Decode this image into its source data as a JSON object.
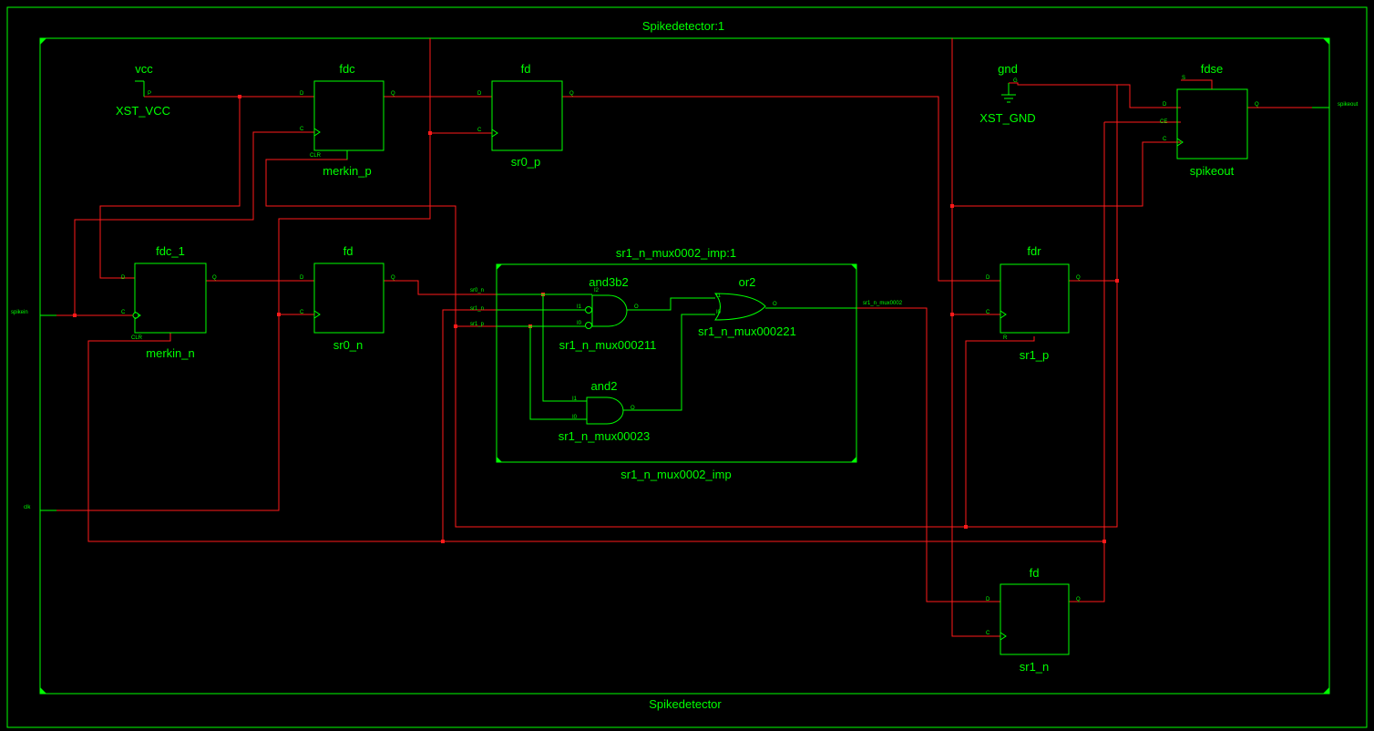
{
  "canvas": {
    "background": "#000000",
    "line_color": "#00ff00",
    "wire_color": "#ff1a1a"
  },
  "design": {
    "instance_title": "Spikedetector:1",
    "name": "Spikedetector",
    "ports": {
      "spikein": "spikein",
      "clk": "clk",
      "spikeout": "spikeout",
      "sr1_n_mux0002": "sr1_n_mux0002"
    }
  },
  "sources": {
    "vcc": {
      "type": "vcc",
      "name": "XST_VCC",
      "pin": "P"
    },
    "gnd": {
      "type": "gnd",
      "name": "XST_GND",
      "pin": "G"
    }
  },
  "components": {
    "fdc_merkin_p": {
      "type": "fdc",
      "name": "merkin_p",
      "pins": [
        "D",
        "C",
        "Q",
        "CLR"
      ]
    },
    "fd_sr0_p": {
      "type": "fd",
      "name": "sr0_p",
      "pins": [
        "D",
        "C",
        "Q"
      ]
    },
    "fdc1_merkin_n": {
      "type": "fdc_1",
      "name": "merkin_n",
      "pins": [
        "D",
        "C",
        "Q",
        "CLR"
      ]
    },
    "fd_sr0_n": {
      "type": "fd",
      "name": "sr0_n",
      "pins": [
        "D",
        "C",
        "Q"
      ]
    },
    "fdse_spikeout": {
      "type": "fdse",
      "name": "spikeout",
      "pins": [
        "S",
        "D",
        "CE",
        "C",
        "Q"
      ]
    },
    "fdr_sr1_p": {
      "type": "fdr",
      "name": "sr1_p",
      "pins": [
        "D",
        "C",
        "Q",
        "R"
      ]
    },
    "fd_sr1_n": {
      "type": "fd",
      "name": "sr1_n",
      "pins": [
        "D",
        "C",
        "Q"
      ]
    }
  },
  "submodule": {
    "instance_title": "sr1_n_mux0002_imp:1",
    "name": "sr1_n_mux0002_imp",
    "inputs": [
      "sr0_n",
      "sr1_n",
      "sr1_p"
    ],
    "gates": {
      "and3b2": {
        "type": "and3b2",
        "name": "sr1_n_mux000211",
        "pins": [
          "I2",
          "I1",
          "I0",
          "O"
        ]
      },
      "or2": {
        "type": "or2",
        "name": "sr1_n_mux000221",
        "pins": [
          "I1",
          "I0",
          "O"
        ]
      },
      "and2": {
        "type": "and2",
        "name": "sr1_n_mux00023",
        "pins": [
          "I1",
          "I0",
          "O"
        ]
      }
    }
  }
}
